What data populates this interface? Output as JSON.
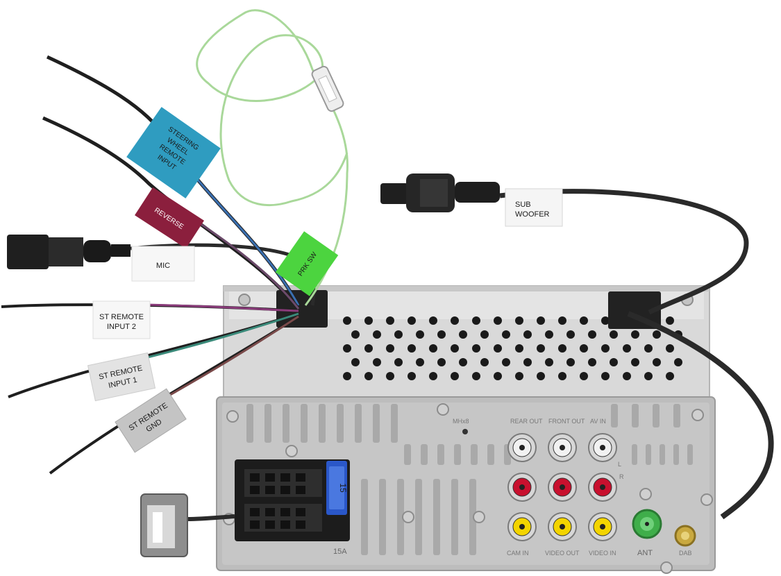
{
  "labels": {
    "steering": [
      "STEERING",
      "WHEEL",
      "REMOTE",
      "INPUT"
    ],
    "reverse": "REVERSE",
    "mic": "MIC",
    "park": "PRK SW",
    "sub": [
      "SUB",
      "WOOFER"
    ],
    "st_remote_2": [
      "ST REMOTE",
      "INPUT 2"
    ],
    "st_remote_1": [
      "ST REMOTE",
      "INPUT 1"
    ],
    "st_remote_gnd": [
      "ST REMOTE",
      "GND"
    ]
  },
  "panel_markings": {
    "rear_out": "REAR OUT",
    "front_out": "FRONT OUT",
    "av_in": "AV IN",
    "cam_in": "CAM IN",
    "video_out": "VIDEO OUT",
    "video_in": "VIDEO IN",
    "ant": "ANT",
    "dab": "DAB",
    "fuse_main": "15A",
    "fuse_value": "15",
    "model_mark": "MHx8",
    "left": "L",
    "right": "R"
  },
  "colors": {
    "steering_label": "#2f9cc0",
    "reverse_label": "#8b1f3d",
    "park_label": "#4cd43f",
    "park_wire": "#a9d89a",
    "cable": "#2a2a2a",
    "chassis": "#dcdcdc",
    "faceplate": "#bdbdbd",
    "rca_white": "#f2f2f2",
    "rca_red": "#c8102e",
    "rca_yellow": "#f3d400",
    "antenna_green": "#3fae4a",
    "fuse_blue": "#2a57c9",
    "iso_connector": "#1c1c1c"
  }
}
